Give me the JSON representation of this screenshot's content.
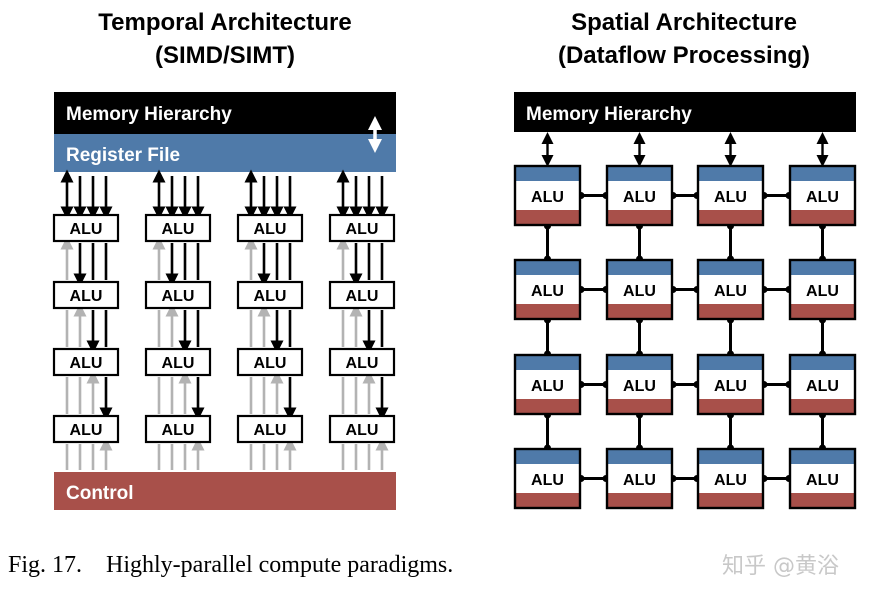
{
  "temporal": {
    "title_line1": "Temporal Architecture",
    "title_line2": "(SIMD/SIMT)",
    "memory_label": "Memory Hierarchy",
    "register_label": "Register File",
    "control_label": "Control",
    "alu_label": "ALU"
  },
  "spatial": {
    "title_line1": "Spatial Architecture",
    "title_line2": "(Dataflow Processing)",
    "memory_label": "Memory Hierarchy",
    "alu_label": "ALU"
  },
  "caption": "Fig. 17.    Highly-parallel compute paradigms.",
  "watermark": "知乎 @黄浴",
  "colors": {
    "memory": "#000000",
    "register": "#4f7aa9",
    "control": "#a8504a",
    "pe_top": "#4f7aa9",
    "pe_bottom": "#a8504a",
    "gray_arrow": "#b3b3b3"
  }
}
